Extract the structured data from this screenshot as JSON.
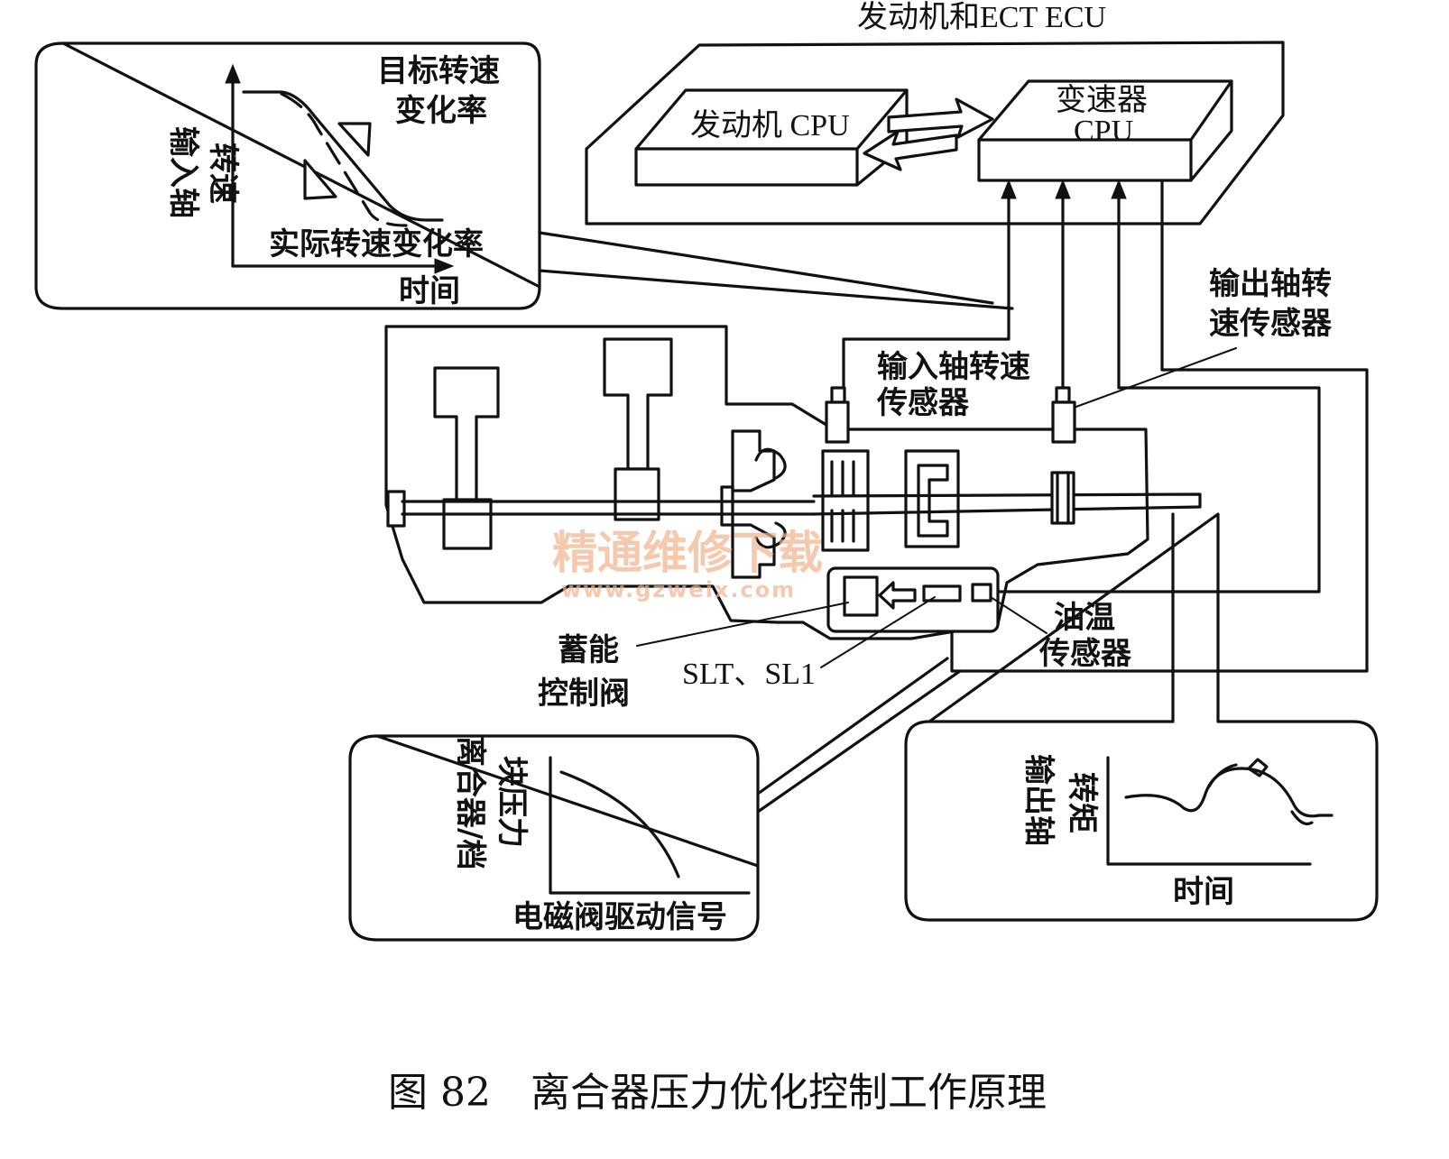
{
  "ecu": {
    "title": "发动机和ECT ECU",
    "engine_cpu": "发动机 CPU",
    "transmission_cpu_line1": "变速器",
    "transmission_cpu_line2": "CPU"
  },
  "speed_graph": {
    "target_rate_line1": "目标转速",
    "target_rate_line2": "变化率",
    "y_label_line1": "输入轴",
    "y_label_line2": "转速",
    "actual_rate": "实际转速变化率",
    "x_label": "时间"
  },
  "sensors": {
    "output_shaft_line1": "输出轴转",
    "output_shaft_line2": "速传感器",
    "input_shaft_line1": "输入轴转速",
    "input_shaft_line2": "传感器",
    "oil_temp_line1": "油温",
    "oil_temp_line2": "传感器"
  },
  "valves": {
    "accumulator_line1": "蓄能",
    "accumulator_line2": "控制阀",
    "solenoids": "SLT、SL1"
  },
  "pressure_graph": {
    "y_label_line1": "离合器/档",
    "y_label_line2": "块压力",
    "x_label": "电磁阀驱动信号"
  },
  "torque_graph": {
    "y_label_line1": "输出轴",
    "y_label_line2": "转矩",
    "x_label": "时间"
  },
  "watermark": {
    "line1": "精通维修下载",
    "line2": "www.gzweix.com"
  },
  "caption": "图 82　离合器压力优化控制工作原理"
}
